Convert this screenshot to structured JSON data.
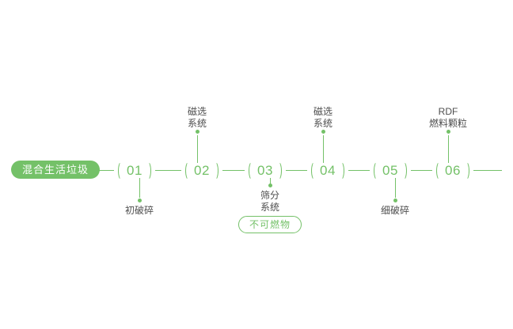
{
  "diagram": {
    "title_hint": "waste-to-RDF process flow",
    "start_label": "混合生活垃圾",
    "steps": [
      {
        "number": "01",
        "label": "初破碎",
        "label_position": "below"
      },
      {
        "number": "02",
        "label": "磁选\n系统",
        "label_position": "above"
      },
      {
        "number": "03",
        "label": "筛分\n系统",
        "label_position": "below",
        "output_label": "不可燃物"
      },
      {
        "number": "04",
        "label": "磁选\n系统",
        "label_position": "above"
      },
      {
        "number": "05",
        "label": "细破碎",
        "label_position": "below"
      },
      {
        "number": "06",
        "label": "RDF\n燃料颗粒",
        "label_position": "above"
      }
    ],
    "colors": {
      "green": "#74c168",
      "text": "#4d4d4d",
      "background": "#ffffff"
    }
  }
}
